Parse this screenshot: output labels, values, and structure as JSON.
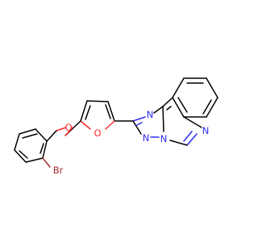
{
  "molecule": {
    "atom_labels": {
      "n_top": "N",
      "n_bridge_left": "N",
      "n_bridge_right": "N",
      "n_quinazoline": "N",
      "o_furan": "O",
      "o_ether": "O",
      "br": "Br"
    },
    "colors": {
      "N": "#2c2cf0",
      "O": "#ff2a2a",
      "Br": "#a52a2a",
      "bond": "#000000"
    }
  }
}
